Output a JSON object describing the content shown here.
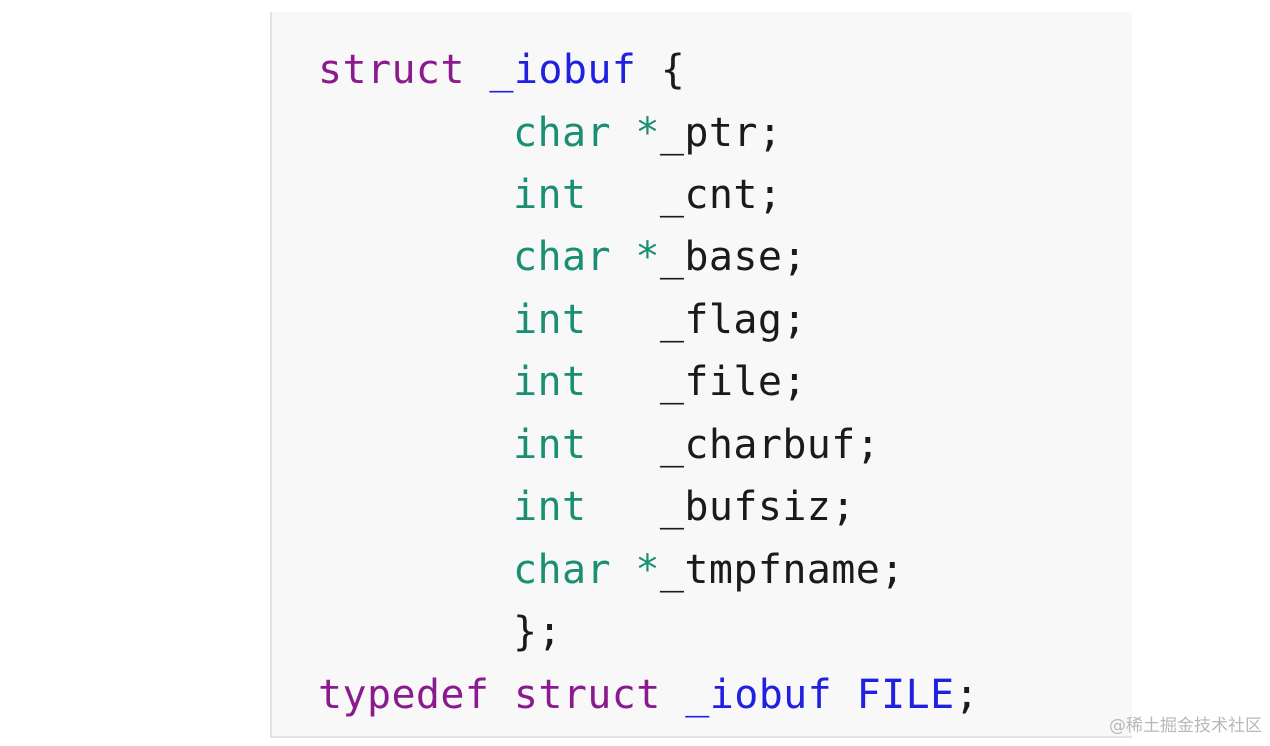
{
  "code": {
    "line_1": {
      "struct": "struct",
      "name": "_iobuf",
      "brace": "{"
    },
    "line_2": {
      "type": "char",
      "star": "*",
      "field": "_ptr;"
    },
    "line_3": {
      "type": "int",
      "field": "_cnt;"
    },
    "line_4": {
      "type": "char",
      "star": "*",
      "field": "_base;"
    },
    "line_5": {
      "type": "int",
      "field": "_flag;"
    },
    "line_6": {
      "type": "int",
      "field": "_file;"
    },
    "line_7": {
      "type": "int",
      "field": "_charbuf;"
    },
    "line_8": {
      "type": "int",
      "field": "_bufsiz;"
    },
    "line_9": {
      "type": "char",
      "star": "*",
      "field": "_tmpfname;"
    },
    "line_10": {
      "close": "};"
    },
    "line_11": {
      "typedef": "typedef",
      "struct": "struct",
      "name": "_iobuf",
      "alias": "FILE",
      "semi": ";"
    }
  },
  "watermark": "@稀土掘金技术社区"
}
